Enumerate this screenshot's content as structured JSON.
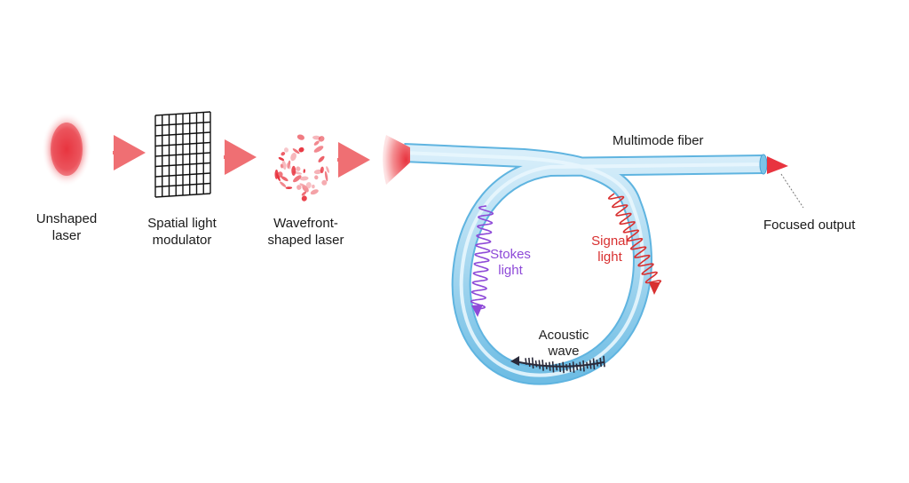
{
  "labels": {
    "unshaped_laser": [
      "Unshaped",
      "laser"
    ],
    "slm": [
      "Spatial light",
      "modulator"
    ],
    "wavefront_laser": [
      "Wavefront-",
      "shaped laser"
    ],
    "multimode_fiber": "Multimode fiber",
    "focused_output": "Focused output",
    "stokes_light": [
      "Stokes",
      "light"
    ],
    "signal_light": [
      "Signal",
      "light"
    ],
    "acoustic_wave": [
      "Acoustic",
      "wave"
    ]
  },
  "colors": {
    "laser_red": "#e8343f",
    "arrow_red": "#ef6f73",
    "fiber_blue": "#a8d8f0",
    "fiber_edge": "#5fb4e0",
    "stokes_purple": "#8e4ad8",
    "signal_red": "#d83030",
    "acoustic_dark": "#2a2a3a"
  }
}
